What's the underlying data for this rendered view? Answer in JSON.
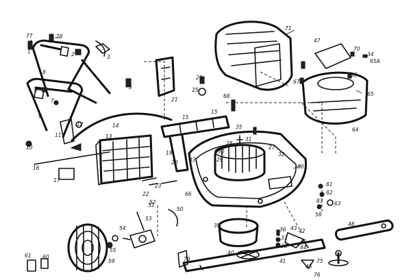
{
  "callouts": [
    {
      "id": "c77",
      "label": "77"
    },
    {
      "id": "c78",
      "label": "78"
    },
    {
      "id": "c1",
      "label": "1"
    },
    {
      "id": "c2",
      "label": "2"
    },
    {
      "id": "c3",
      "label": "3"
    },
    {
      "id": "c5",
      "label": "5"
    },
    {
      "id": "c6",
      "label": "6"
    },
    {
      "id": "c7",
      "label": "7"
    },
    {
      "id": "c8",
      "label": "8"
    },
    {
      "id": "c9",
      "label": "9"
    },
    {
      "id": "c10",
      "label": "10"
    },
    {
      "id": "c11",
      "label": "11"
    },
    {
      "id": "c12",
      "label": "12"
    },
    {
      "id": "c13",
      "label": "13"
    },
    {
      "id": "c14",
      "label": "14"
    },
    {
      "id": "c15",
      "label": "15"
    },
    {
      "id": "c15b",
      "label": "15"
    },
    {
      "id": "c16",
      "label": "16"
    },
    {
      "id": "c17",
      "label": "17"
    },
    {
      "id": "c19",
      "label": "19"
    },
    {
      "id": "c20",
      "label": "20"
    },
    {
      "id": "c21",
      "label": "21"
    },
    {
      "id": "c22",
      "label": "22"
    },
    {
      "id": "c23",
      "label": "23"
    },
    {
      "id": "c25",
      "label": "25"
    },
    {
      "id": "c26",
      "label": "26"
    },
    {
      "id": "c27",
      "label": "27"
    },
    {
      "id": "c28",
      "label": "28"
    },
    {
      "id": "c29",
      "label": "29"
    },
    {
      "id": "c30",
      "label": "30"
    },
    {
      "id": "c31",
      "label": "31"
    },
    {
      "id": "c32",
      "label": "32"
    },
    {
      "id": "c33",
      "label": "33"
    },
    {
      "id": "c34",
      "label": "34"
    },
    {
      "id": "c35",
      "label": "35"
    },
    {
      "id": "c36",
      "label": "36"
    },
    {
      "id": "c37",
      "label": "37"
    },
    {
      "id": "c38",
      "label": "38"
    },
    {
      "id": "c39",
      "label": "39"
    },
    {
      "id": "c40",
      "label": "40"
    },
    {
      "id": "c41",
      "label": "41"
    },
    {
      "id": "c42",
      "label": "42"
    },
    {
      "id": "c43",
      "label": "43"
    },
    {
      "id": "c44",
      "label": "44"
    },
    {
      "id": "c45",
      "label": "45"
    },
    {
      "id": "c46",
      "label": "46"
    },
    {
      "id": "c47",
      "label": "47"
    },
    {
      "id": "c48",
      "label": "48"
    },
    {
      "id": "c50",
      "label": "50"
    },
    {
      "id": "c51",
      "label": "51"
    },
    {
      "id": "c52",
      "label": "52"
    },
    {
      "id": "c53",
      "label": "53"
    },
    {
      "id": "c54",
      "label": "54"
    },
    {
      "id": "c55",
      "label": "55"
    },
    {
      "id": "c58",
      "label": "58"
    },
    {
      "id": "c59",
      "label": "59"
    },
    {
      "id": "c60",
      "label": "60"
    },
    {
      "id": "c61",
      "label": "61"
    },
    {
      "id": "c63",
      "label": "63"
    },
    {
      "id": "c64",
      "label": "64"
    },
    {
      "id": "c65",
      "label": "65"
    },
    {
      "id": "c65a",
      "label": "65A"
    },
    {
      "id": "c66",
      "label": "66"
    },
    {
      "id": "c67",
      "label": "67"
    },
    {
      "id": "c68",
      "label": "68"
    },
    {
      "id": "c69",
      "label": "69"
    },
    {
      "id": "c70",
      "label": "70"
    },
    {
      "id": "c71",
      "label": "71"
    },
    {
      "id": "c75",
      "label": "75"
    },
    {
      "id": "c76",
      "label": "76"
    },
    {
      "id": "c79",
      "label": "79"
    },
    {
      "id": "c80",
      "label": "80"
    },
    {
      "id": "c81",
      "label": "81"
    },
    {
      "id": "c82",
      "label": "82"
    },
    {
      "id": "c83",
      "label": "83"
    }
  ]
}
